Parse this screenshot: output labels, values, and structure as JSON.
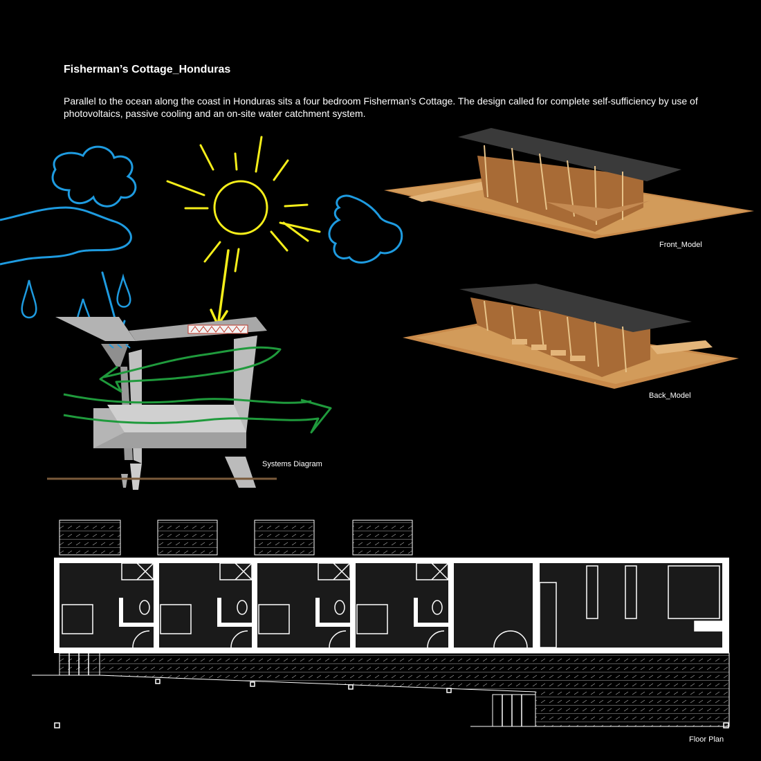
{
  "header": {
    "title": "Fisherman’s Cottage_Honduras",
    "description": "Parallel to the ocean along the coast in Honduras sits a four bedroom Fisherman’s Cottage. The design called for complete self-sufficiency by use of photovoltaics, passive cooling and an on-site water catchment system."
  },
  "captions": {
    "front_model": "Front_Model",
    "back_model": "Back_Model",
    "systems_diagram": "Systems Diagram",
    "floor_plan": "Floor Plan"
  },
  "colors": {
    "background": "#000000",
    "sun": "#f5ee1a",
    "water": "#1e9be0",
    "air": "#1f9a3c",
    "model_wood": "#c98a4a",
    "roof": "#3a3a3a",
    "diagram_gray": "#b3b3b3",
    "ground": "#7a5a3a"
  },
  "floor_plan": {
    "bedroom_count": 4
  }
}
